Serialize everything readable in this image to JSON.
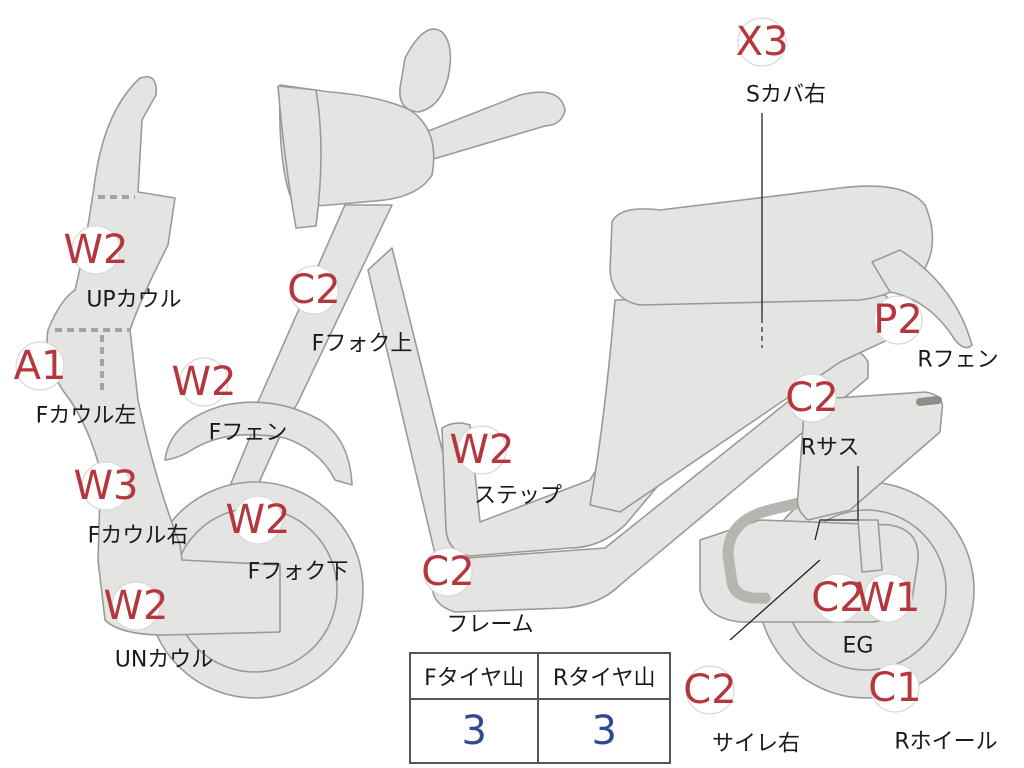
{
  "badges": [
    {
      "id": "up-cowl",
      "code": "W2",
      "label": "UPカウル"
    },
    {
      "id": "f-cowl-left",
      "code": "A1",
      "label": "Fカウル左"
    },
    {
      "id": "f-cowl-right",
      "code": "W3",
      "label": "Fカウル右"
    },
    {
      "id": "un-cowl",
      "code": "W2",
      "label": "UNカウル"
    },
    {
      "id": "f-fender",
      "code": "W2",
      "label": "Fフェン"
    },
    {
      "id": "f-fork-upper",
      "code": "C2",
      "label": "Fフォク上"
    },
    {
      "id": "f-fork-lower",
      "code": "W2",
      "label": "Fフォク下"
    },
    {
      "id": "step",
      "code": "W2",
      "label": "ステップ"
    },
    {
      "id": "frame",
      "code": "C2",
      "label": "フレーム"
    },
    {
      "id": "s-cover-right",
      "code": "X3",
      "label": "Sカバ右"
    },
    {
      "id": "r-fender",
      "code": "P2",
      "label": "Rフェン"
    },
    {
      "id": "r-suspension",
      "code": "C2",
      "label": "Rサス"
    },
    {
      "id": "engine",
      "codes": [
        "C2",
        "W1"
      ],
      "label": "EG"
    },
    {
      "id": "r-wheel",
      "code": "C1",
      "label": "Rホイール"
    },
    {
      "id": "muffler-right",
      "code": "C2",
      "label": "サイレ右"
    }
  ],
  "tread_table": {
    "headers": [
      "Fタイヤ山",
      "Rタイヤ山"
    ],
    "values": [
      "3",
      "3"
    ]
  }
}
